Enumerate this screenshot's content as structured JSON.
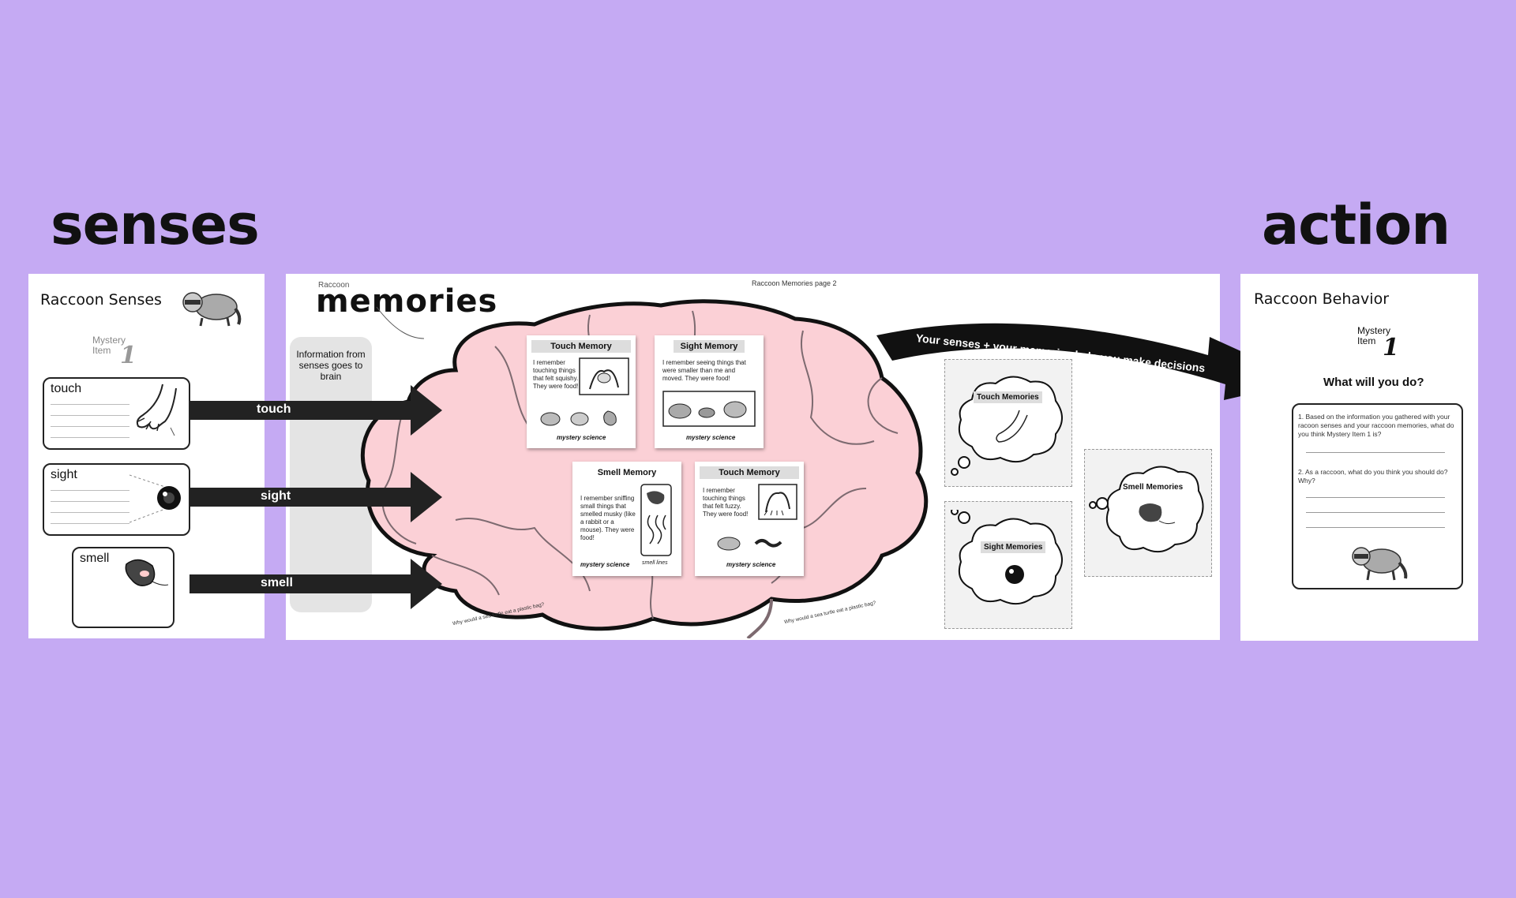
{
  "headings": {
    "left": "senses",
    "right": "action"
  },
  "senses_sheet": {
    "title": "Raccoon Senses",
    "mystery_label": [
      "Mystery",
      "Item"
    ],
    "mystery_number": "1",
    "boxes": [
      {
        "label": "touch"
      },
      {
        "label": "sight"
      },
      {
        "label": "smell"
      }
    ]
  },
  "arrows": [
    {
      "label": "touch"
    },
    {
      "label": "sight"
    },
    {
      "label": "smell"
    }
  ],
  "memories_sheet": {
    "kicker": "Raccoon",
    "title": "memories",
    "page_label": "Raccoon Memories page 2",
    "info_panel": "Information from senses goes to brain",
    "footer_1": "Why would a sea turtle eat a plastic bag?",
    "footer_2": "Why would a sea turtle eat a plastic bag?",
    "cards": [
      {
        "title": "Touch Memory",
        "text": "I remember touching things that felt squishy. They were food!",
        "logo": "mystery science"
      },
      {
        "title": "Sight Memory",
        "text": "I remember seeing things that were smaller than me and moved. They were food!",
        "logo": "mystery science"
      },
      {
        "title": "Smell Memory",
        "text": "I remember sniffing small things that smelled musky (like a rabbit or a mouse). They were food!",
        "logo": "mystery science",
        "caption": "smell lines"
      },
      {
        "title": "Touch Memory",
        "text": "I remember touching things that felt fuzzy. They were food!",
        "logo": "mystery science"
      }
    ],
    "clouds": [
      {
        "title": "Touch Memories"
      },
      {
        "title": "Sight Memories"
      },
      {
        "title": "Smell Memories"
      }
    ]
  },
  "decision_arrow": "Your senses + your memories help you make decisions",
  "behavior_sheet": {
    "title": "Raccoon Behavior",
    "mystery_label": [
      "Mystery",
      "Item"
    ],
    "mystery_number": "1",
    "question_heading": "What will you do?",
    "q1": "1. Based on the information you gathered with your racoon senses and your raccoon memories, what do you think Mystery Item 1 is?",
    "q2": "2. As a raccoon, what do you think you should do? Why?"
  },
  "colors": {
    "background": "#c5aaf3",
    "brain": "#fbd0d6",
    "arrow": "#222222"
  }
}
